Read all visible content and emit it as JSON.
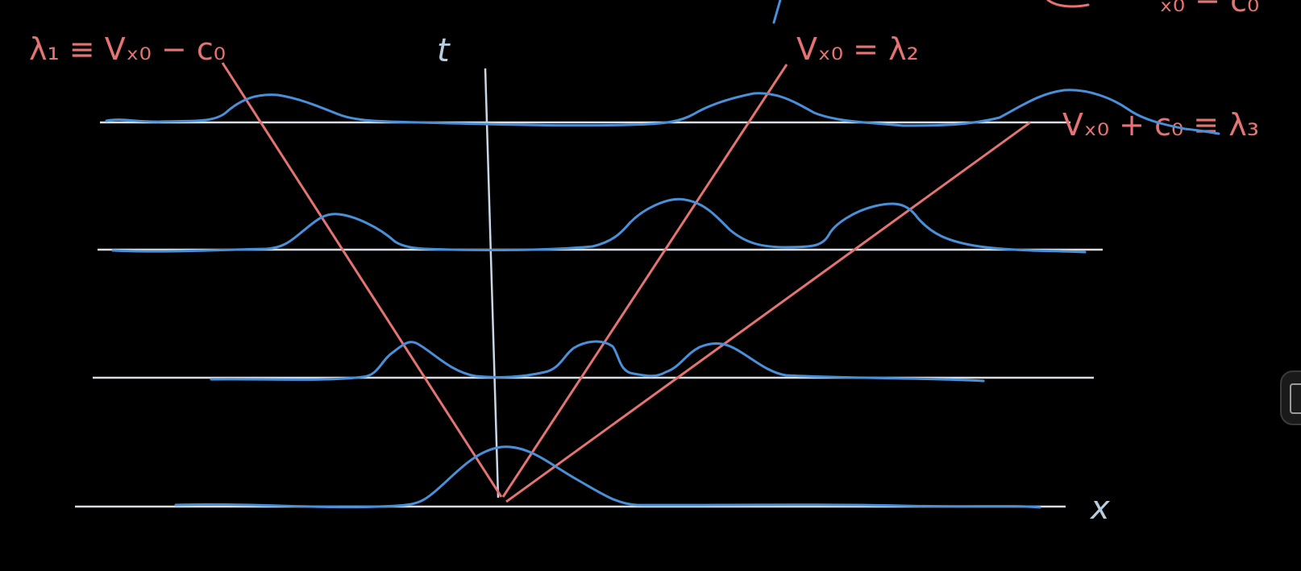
{
  "labels": {
    "t_axis": "t",
    "x_axis": "x",
    "lambda1": "λ₁ ≡ Vₓ₀ − c₀",
    "lambda2": "Vₓ₀ = λ₂",
    "lambda3": "Vₓ₀ + c₀ ≡ λ₃",
    "top_fragment": "ₓ₀ − c₀"
  },
  "colors": {
    "background": "#000000",
    "axis": "#d9dde3",
    "wave": "#4a90d9",
    "characteristic": "#e57373",
    "label_blue": "#b8cde0"
  }
}
